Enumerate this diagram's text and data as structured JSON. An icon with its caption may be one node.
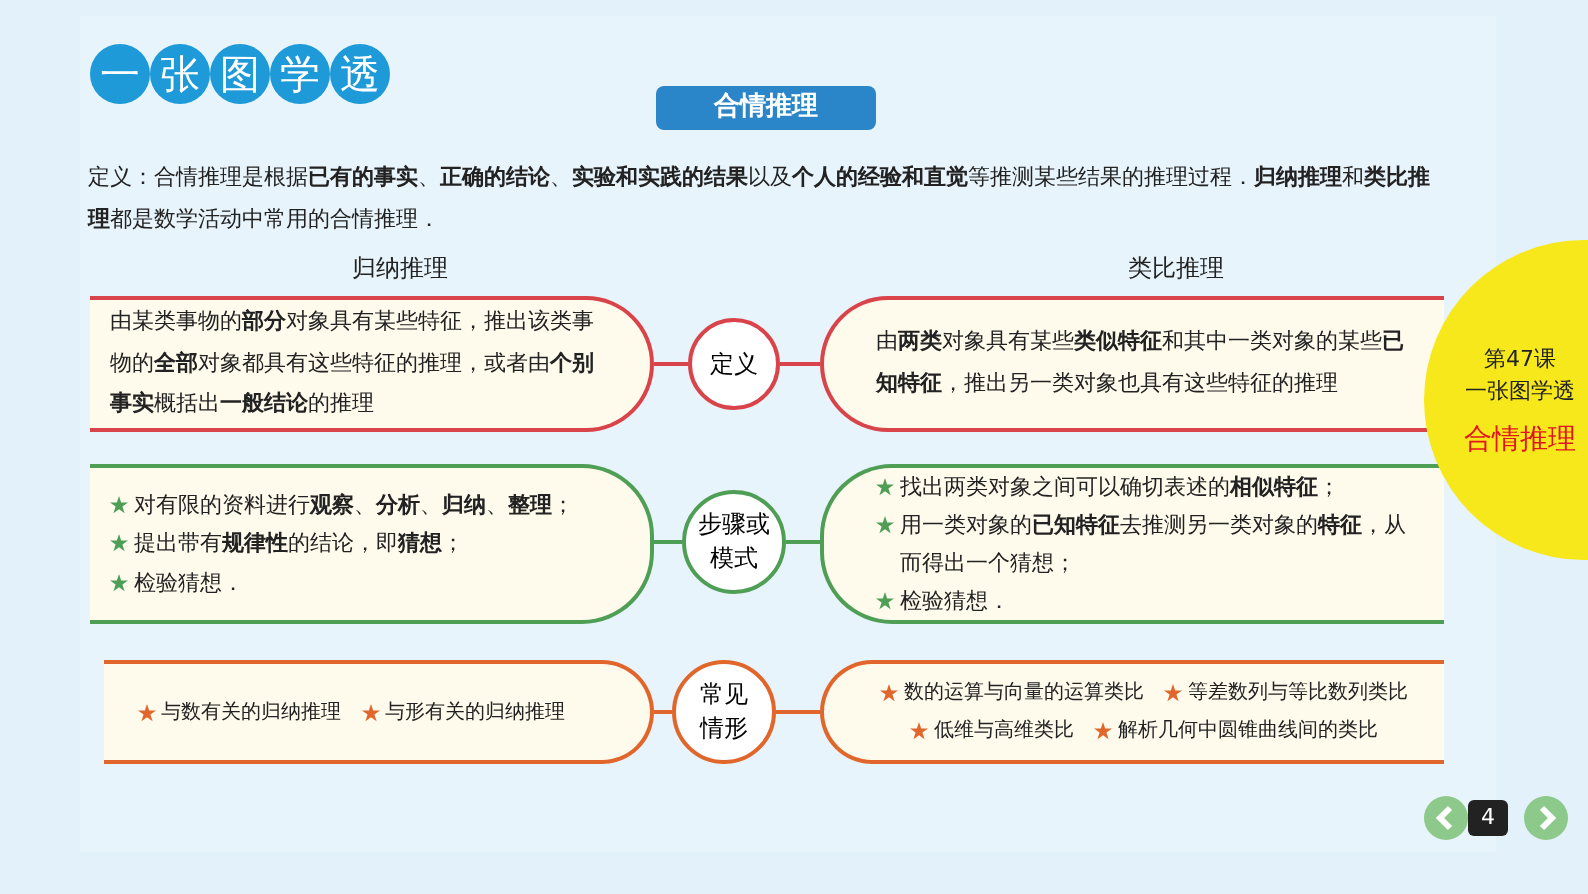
{
  "diagram": {
    "title": "一张图学透",
    "nodes": [
      {
        "text": [
          "由某类事物的**部分**对象具有某些特征，推出该类事物的**全部**对象都具有这些特征的推理，或者由**个别事实**概括出**一般结论**的推理"
        ]
      },
      {
        "text": [
          "定义"
        ]
      },
      {
        "text": [
          "由**两类**对象具有某些**类似特征**和其中一类对象的某些**已知特征**，推出另一类对象也具有这些特征的推理"
        ]
      },
      {
        "text": [
          "对有限的资料进行**观察**、**分析**、**归纳**、**整理**；",
          "提出带有**规律性**的结论，即**猜想**；",
          "检验猜想．"
        ]
      },
      {
        "text": [
          "步骤或模式"
        ]
      },
      {
        "text": [
          "找出两类对象之间可以确切表述的**相似特征**；",
          "用一类对象的**已知特征**去推测另一类对象的**特征**，从而得出一个猜想；",
          "检验猜想．"
        ]
      },
      {
        "text": [
          "与数有关的归纳推理",
          "与形有关的归纳推理"
        ]
      },
      {
        "text": [
          "常见情形"
        ]
      },
      {
        "text": [
          "数的运算与向量的运算类比",
          "等差数列与等比数列类比",
          "低维与高维类比",
          "解析几何中圆锥曲线间的类比"
        ]
      },
      {
        "text": [
          "第47课",
          "一张图学透",
          "合情推理"
        ]
      }
    ],
    "edges": [
      {
        "from": 1,
        "to": 0,
        "arrow": "none",
        "color": "#d9434a"
      },
      {
        "from": 1,
        "to": 2,
        "arrow": "none",
        "color": "#d9434a"
      },
      {
        "from": 4,
        "to": 3,
        "arrow": "none",
        "color": "#4f9e55"
      },
      {
        "from": 4,
        "to": 5,
        "arrow": "none",
        "color": "#4f9e55"
      },
      {
        "from": 7,
        "to": 6,
        "arrow": "none",
        "color": "#e0662c"
      },
      {
        "from": 7,
        "to": 8,
        "arrow": "none",
        "color": "#e0662c"
      }
    ],
    "labels": [
      "合情推理",
      "定义：合情推理是根据**已有的事实**、**正确的结论**、**实验和实践的结果**以及**个人的经验和直觉**等推测某些结果的推理过程．**归纳推理**和**类比推理**都是数学活动中常用的合情推理．",
      "归纳推理",
      "类比推理",
      "4"
    ]
  }
}
